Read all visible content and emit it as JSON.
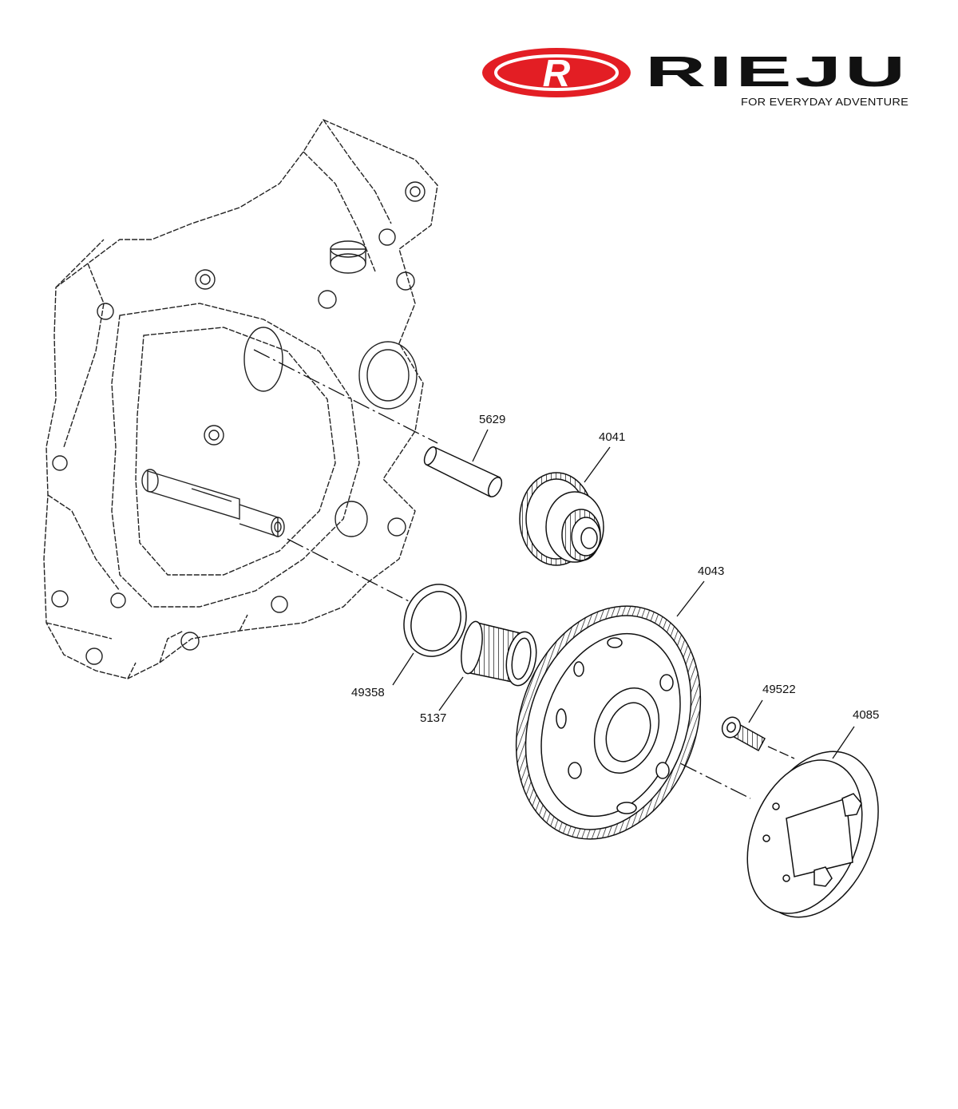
{
  "brand": {
    "name": "RIEJU",
    "tagline": "FOR EVERYDAY ADVENTURE",
    "logo_letter": "R",
    "colors": {
      "red": "#e31e24",
      "black": "#111111"
    }
  },
  "parts": [
    {
      "id": "5629",
      "label": "5629"
    },
    {
      "id": "4041",
      "label": "4041"
    },
    {
      "id": "4043",
      "label": "4043"
    },
    {
      "id": "49522",
      "label": "49522"
    },
    {
      "id": "4085",
      "label": "4085"
    },
    {
      "id": "49358",
      "label": "49358"
    },
    {
      "id": "5137",
      "label": "5137"
    }
  ]
}
